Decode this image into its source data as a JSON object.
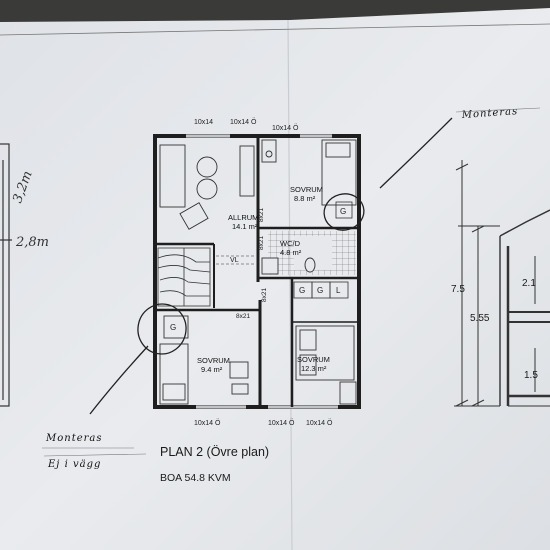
{
  "plan": {
    "title": "PLAN 2 (Övre plan)",
    "area": "BOA 54.8 KVM"
  },
  "rooms": {
    "allrum_name": "ALLRUM",
    "allrum_area": "14.1 m²",
    "sovrum_top_name": "SOVRUM",
    "sovrum_top_area": "8.8 m²",
    "wcd_name": "WC/D",
    "wcd_area": "4.8 m²",
    "sovrum_left_name": "SOVRUM",
    "sovrum_left_area": "9.4 m²",
    "sovrum_right_name": "SOVRUM",
    "sovrum_right_area": "12.3 m²"
  },
  "labels": {
    "window": "10x14",
    "window_o": "10x14 Ö",
    "door": "8x21",
    "vl": "VL",
    "g": "G",
    "l": "L"
  },
  "handwriting": {
    "monteras_top": "Monteras",
    "monteras_bottom": "Monteras",
    "ej_i_vagg": "Ej i vägg",
    "left_note_1": "3,2m",
    "left_note_2": "2,8m"
  },
  "section": {
    "dim_outer": "7.5",
    "dim_inner": "5.55",
    "dim_right_1": "2.1",
    "dim_right_2": "1.5"
  },
  "colors": {
    "paper": "#e6e8ec",
    "ink": "#2a2a2a",
    "background": "#3a3a38"
  }
}
